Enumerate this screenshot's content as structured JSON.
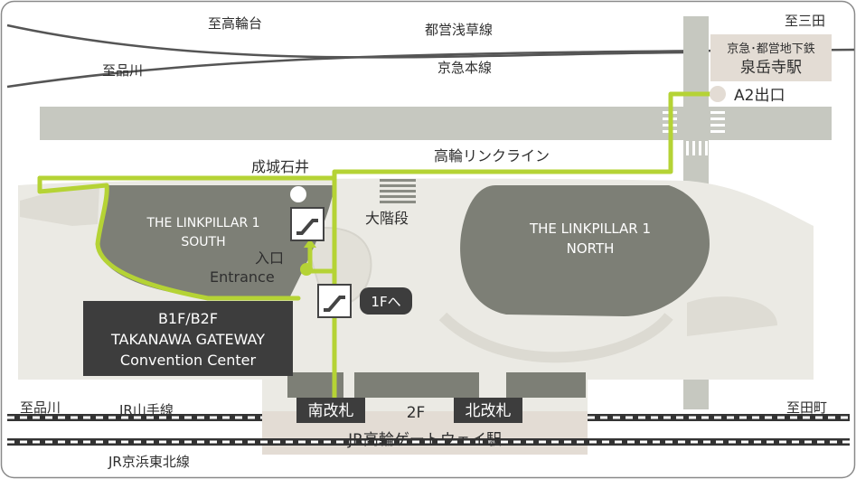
{
  "labels": {
    "to_takanawadai": "至高輪台",
    "toei_asakusa_line": "都営浅草線",
    "to_mita": "至三田",
    "sengakuji_line1": "京急･都営地下鉄",
    "sengakuji_line2": "泉岳寺駅",
    "to_shinagawa_top": "至品川",
    "keikyu_main_line": "京急本線",
    "exit_a2": "A2出口",
    "takanawa_link_line": "高輪リンクライン",
    "seijo_ishii": "成城石井",
    "grand_stairs": "大階段",
    "south_l1": "THE LINKPILLAR 1",
    "south_l2": "SOUTH",
    "north_l1": "THE LINKPILLAR 1",
    "north_l2": "NORTH",
    "entrance_jp": "入口",
    "entrance_en": "Entrance",
    "to_1f": "1Fへ",
    "conv_l1": "B1F/B2F",
    "conv_l2": "TAKANAWA GATEWAY",
    "conv_l3": "Convention Center",
    "to_shinagawa_bottom": "至品川",
    "jr_yamanote": "JR山手線",
    "to_tamachi": "至田町",
    "south_gate": "南改札",
    "floor_2f": "2F",
    "north_gate": "北改札",
    "jr_station": "JR高輪ゲートウェイ駅",
    "jr_keihin_tohoku": "JR京浜東北線"
  },
  "colors": {
    "route": "#b5d335",
    "building": "#7d7f76",
    "road": "#c6c8c0",
    "ground": "#ebeae4",
    "station_box": "#e3dcd4",
    "label_bg": "#3d3d3d"
  },
  "icons": [
    "escalator-icon",
    "escalator-icon",
    "stairs-icon",
    "location-pin-icon"
  ]
}
